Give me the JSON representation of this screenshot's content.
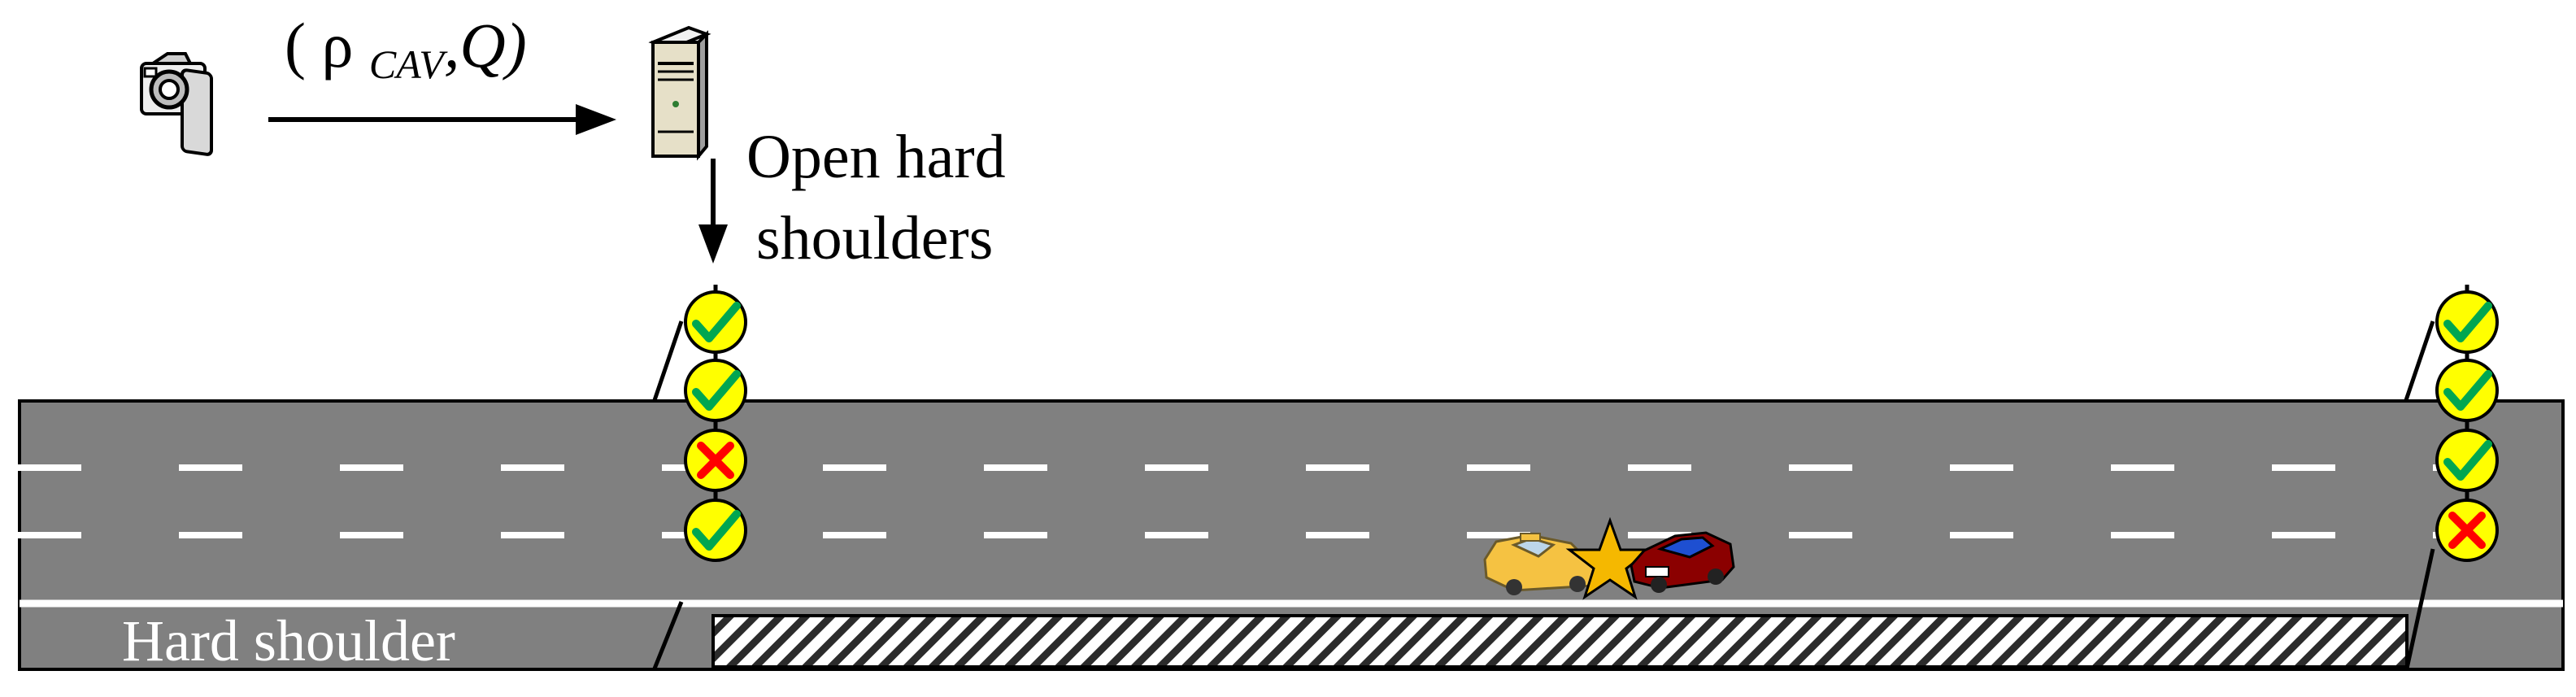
{
  "labels": {
    "measurement": "( ρ ",
    "measurement_sub": "CAV",
    "measurement_tail": ",Q)",
    "action_line1": "Open hard",
    "action_line2": "shoulders",
    "hard_shoulder": "Hard shoulder"
  },
  "icons": {
    "camera": "camera-icon",
    "server": "server-icon",
    "lane_open": "check-icon",
    "lane_closed": "cross-icon",
    "crash": "crash-icon"
  },
  "signal_gantries": [
    {
      "name": "upstream",
      "states": [
        "open",
        "open",
        "closed",
        "open"
      ]
    },
    {
      "name": "downstream",
      "states": [
        "open",
        "open",
        "open",
        "closed"
      ]
    }
  ],
  "colors": {
    "road": "#808080",
    "lane_marking": "#ffffff",
    "signal_fill": "#ffff00",
    "check": "#00a651",
    "cross": "#ff0000",
    "taxi": "#f5c242",
    "car": "#8b0000",
    "crash_star": "#f5b800"
  }
}
